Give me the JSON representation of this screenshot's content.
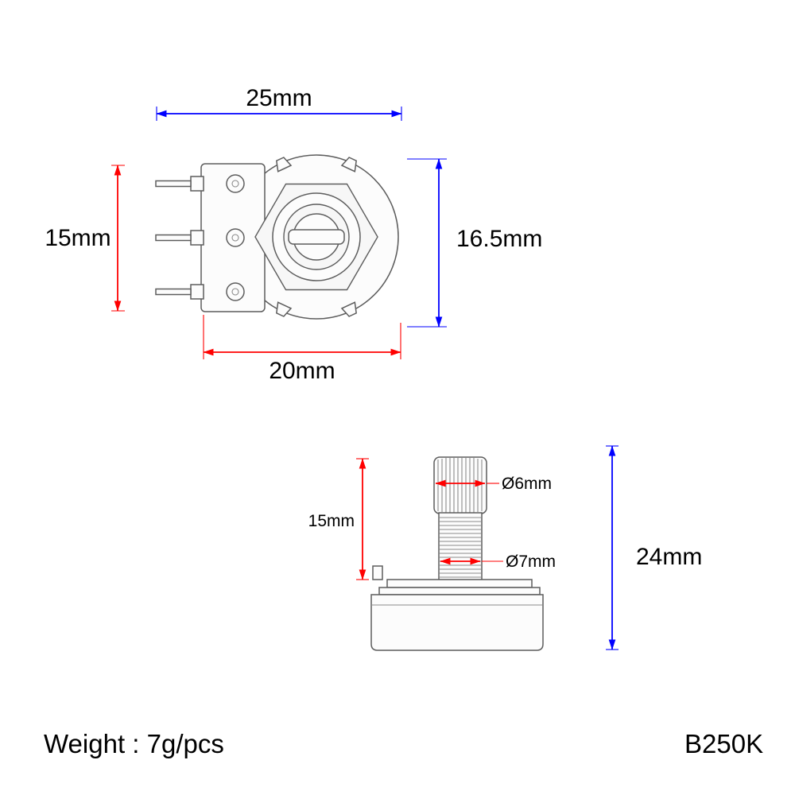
{
  "top_view": {
    "dim_width_top": "25mm",
    "dim_bracket_height": "15mm",
    "dim_body_height": "16.5mm",
    "dim_body_width": "20mm"
  },
  "side_view": {
    "dim_shaft_length": "15mm",
    "dim_shaft_diameter": "Ø6mm",
    "dim_thread_diameter": "Ø7mm",
    "dim_total_height": "24mm"
  },
  "footer": {
    "weight": "Weight : 7g/pcs",
    "model": "B250K"
  },
  "colors": {
    "dimension_primary_blue": "#0000ff",
    "dimension_secondary_red": "#ff0000",
    "drawing_outline_gray": "#5d5d5d",
    "text_black": "#000000",
    "background_white": "#ffffff"
  }
}
